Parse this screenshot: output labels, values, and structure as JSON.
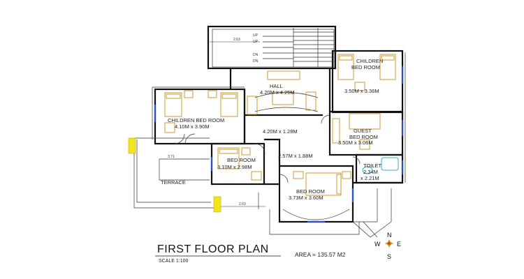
{
  "title": "FIRST FLOOR PLAN",
  "scale": "SCALE 1:100",
  "area": "AREA = 135.57 M2",
  "rooms": {
    "hall": {
      "name": "HALL",
      "size": "4.20M x 4.25M"
    },
    "children1": {
      "name": "CHILDREN BED ROOM",
      "size": "4.10M x 3.90M"
    },
    "children2": {
      "name": "CHILDREN\nBED ROOM",
      "size": "3.50M x 3.36M"
    },
    "passage": {
      "size": "4.20M x 1.28M"
    },
    "guest": {
      "name": "GUEST\nBED ROOM",
      "size": "3.50M x 3.06M"
    },
    "bed1": {
      "name": "BED ROOM",
      "size": "3.10M x 2.98M"
    },
    "lobby": {
      "size": "2.57M x 1.88M"
    },
    "toilet": {
      "name": "TOILET",
      "size": "2.34M\nx 2.21M"
    },
    "bed2": {
      "name": "BED ROOM",
      "size": "3.73M x 3.60M"
    },
    "terrace": {
      "name": "TERRACE"
    }
  },
  "stair_labels": [
    "UP",
    "UP",
    "DN",
    "DN"
  ],
  "dimensions": {
    "d1": "2.63",
    "d2": "2.63",
    "d3": "3.71"
  },
  "compass": {
    "n": "N",
    "s": "S",
    "e": "E",
    "w": "W"
  },
  "colors": {
    "wall": "#111111",
    "furniture": "#c8901f",
    "window": "#3050c8",
    "column": "#f2e61b",
    "fixture": "#30b0c8"
  }
}
